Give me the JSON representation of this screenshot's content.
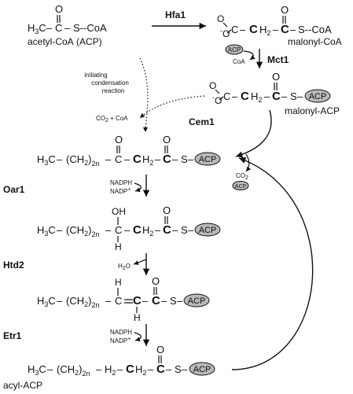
{
  "enzymes": {
    "hfa1": "Hfa1",
    "mct1": "Mct1",
    "cem1": "Cem1",
    "oar1": "Oar1",
    "htd2": "Htd2",
    "etr1": "Etr1"
  },
  "compounds": {
    "acetyl_coa": "acetyl-CoA",
    "acp_paren": "(ACP)",
    "malonyl_coa": "malonyl-CoA",
    "malonyl_acp": "malonyl-ACP",
    "acyl_acp": "acyl-ACP"
  },
  "atoms": {
    "h3c": "H",
    "three": "3",
    "c": "C",
    "o": "O",
    "o_minus": "-",
    "s_coa": "S--CoA",
    "s": "S",
    "ch2": "CH",
    "two": "2",
    "ch2_paren": "(CH",
    "close_paren": ")",
    "two_n": "2n",
    "oh": "OH",
    "h": "H",
    "dash": "–"
  },
  "cofactors": {
    "acp": "ACP",
    "coa": "CoA",
    "co2_coa": "CO",
    "co2_coa_rest": " + CoA",
    "co2": "CO",
    "nadph": "NADPH",
    "nadp": "NADP",
    "plus": "+",
    "h2o_h": "H",
    "h2o_o": "O"
  },
  "annotations": {
    "initiating_1": "initiating",
    "initiating_2": "condensation",
    "initiating_3": "reaction"
  }
}
